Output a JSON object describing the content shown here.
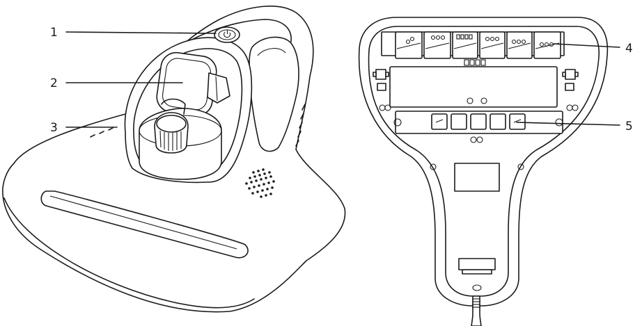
{
  "callouts": {
    "c1": "1",
    "c2": "2",
    "c3": "3",
    "c4": "4",
    "c5": "5"
  },
  "icons": {
    "power_button": "power-icon"
  },
  "colors": {
    "ink": "#1a1a1a",
    "background": "#ffffff"
  }
}
